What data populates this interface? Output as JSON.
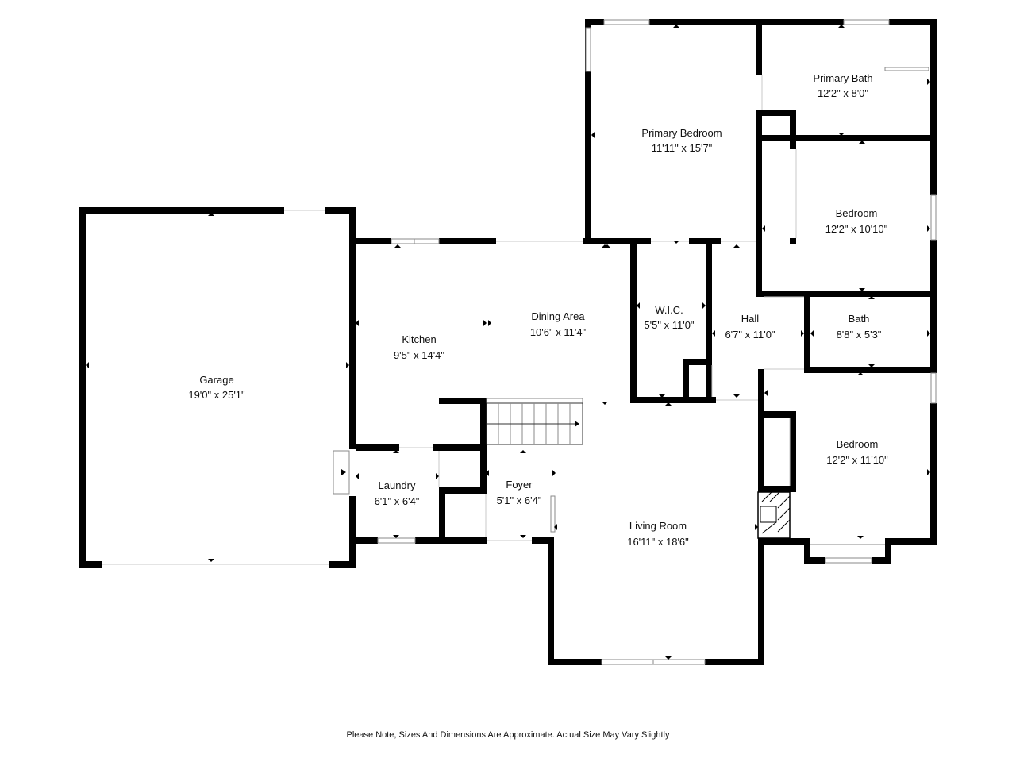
{
  "rooms": {
    "garage": {
      "name": "Garage",
      "dim": "19'0\" x 25'1\""
    },
    "kitchen": {
      "name": "Kitchen",
      "dim": "9'5\" x 14'4\""
    },
    "dining": {
      "name": "Dining Area",
      "dim": "10'6\" x 11'4\""
    },
    "primary_bedroom": {
      "name": "Primary Bedroom",
      "dim": "11'11\" x 15'7\""
    },
    "primary_bath": {
      "name": "Primary Bath",
      "dim": "12'2\" x 8'0\""
    },
    "bedroom_1": {
      "name": "Bedroom",
      "dim": "12'2\" x 10'10\""
    },
    "wic": {
      "name": "W.I.C.",
      "dim": "5'5\" x 11'0\""
    },
    "hall": {
      "name": "Hall",
      "dim": "6'7\" x 11'0\""
    },
    "bath": {
      "name": "Bath",
      "dim": "8'8\" x 5'3\""
    },
    "bedroom_2": {
      "name": "Bedroom",
      "dim": "12'2\" x 11'10\""
    },
    "laundry": {
      "name": "Laundry",
      "dim": "6'1\" x 6'4\""
    },
    "foyer": {
      "name": "Foyer",
      "dim": "5'1\" x 6'4\""
    },
    "living": {
      "name": "Living Room",
      "dim": "16'11\" x 18'6\""
    }
  },
  "note": "Please Note, Sizes And Dimensions Are Approximate. Actual Size May Vary Slightly"
}
